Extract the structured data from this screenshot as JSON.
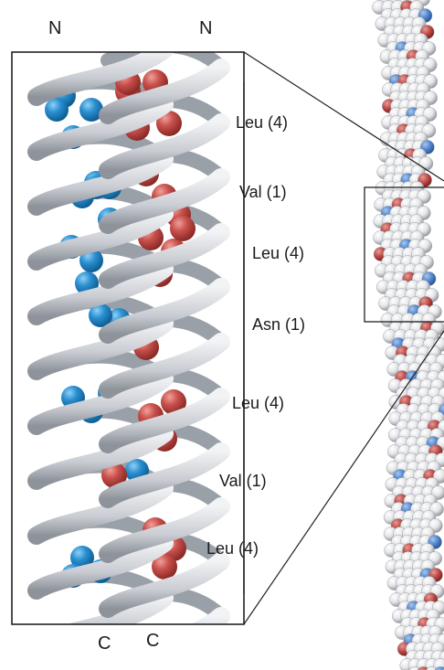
{
  "figure": {
    "terminal_top_left": "N",
    "terminal_top_right": "N",
    "terminal_bottom_left": "C",
    "terminal_bottom_right": "C"
  },
  "residues": [
    {
      "label": "Leu (4)",
      "type": "leu"
    },
    {
      "label": "Val (1)",
      "type": "val"
    },
    {
      "label": "Leu (4)",
      "type": "leu"
    },
    {
      "label": "Asn (1)",
      "type": "asn"
    },
    {
      "label": "Leu (4)",
      "type": "leu"
    },
    {
      "label": "Val (1)",
      "type": "val"
    },
    {
      "label": "Leu (4)",
      "type": "leu"
    }
  ],
  "colors": {
    "helix_a_atoms": "#2a8fd0",
    "helix_b_atoms": "#c9504c",
    "ribbon": "#c9ccd2",
    "ribbon_edge": "#8e939b",
    "backbone_atoms": "#e9e9ec",
    "frame": "#222222"
  }
}
